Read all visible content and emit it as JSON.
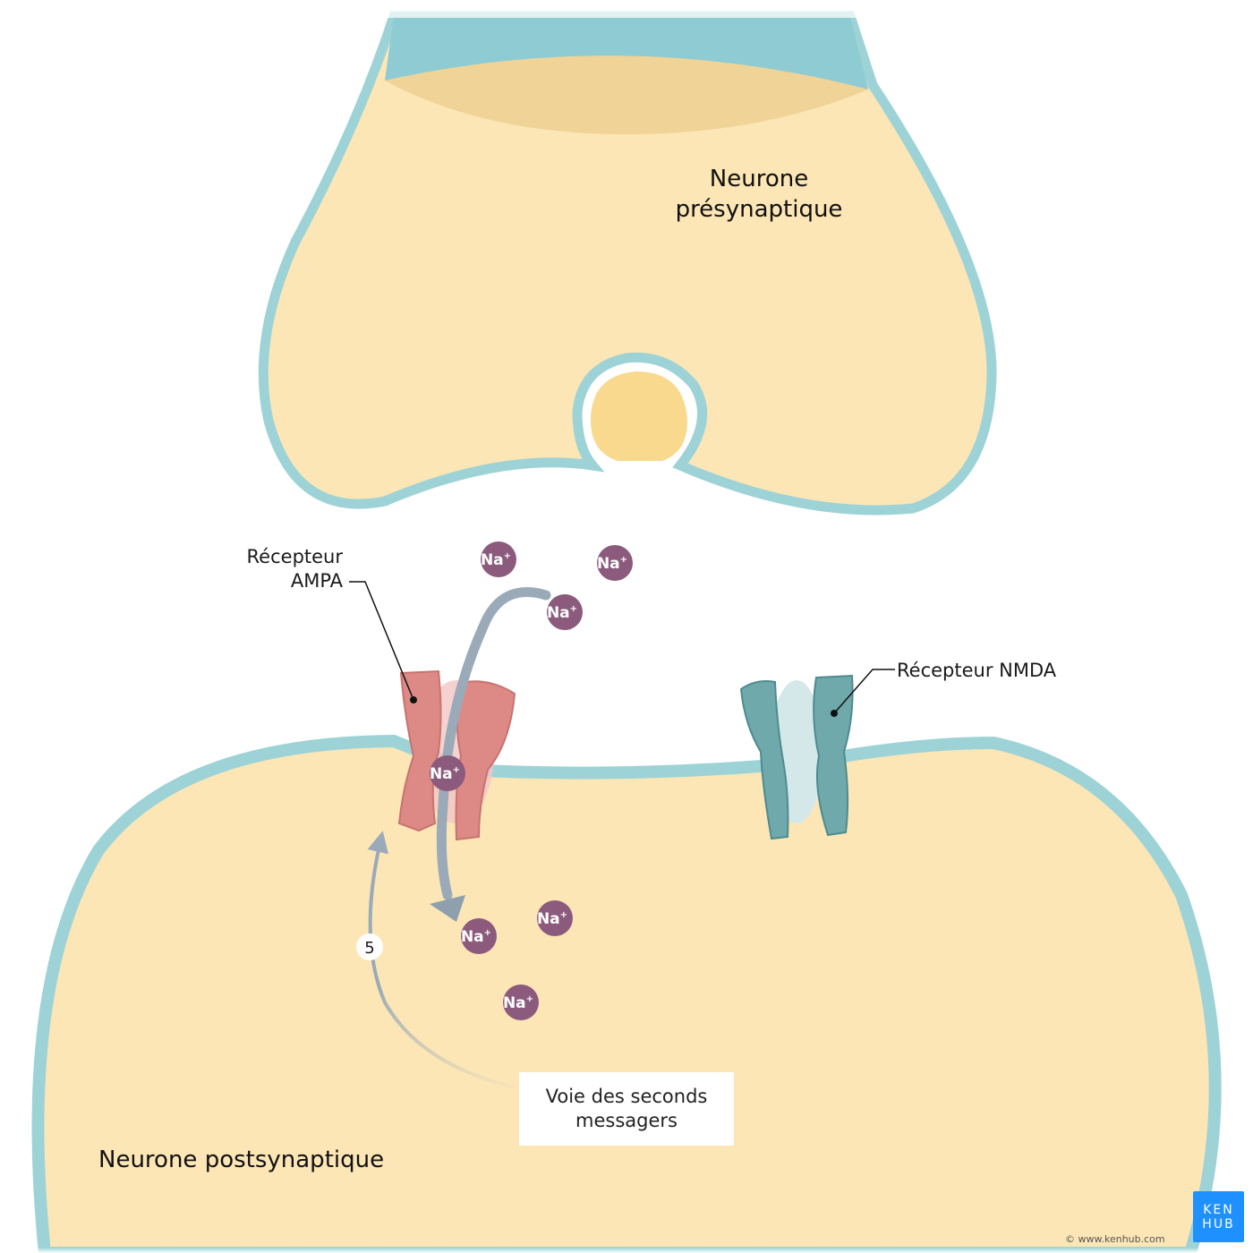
{
  "labels": {
    "presynaptic_line1": "Neurone",
    "presynaptic_line2": "présynaptique",
    "postsynaptic": "Neurone postsynaptique",
    "ampa_line1": "Récepteur",
    "ampa_line2": "AMPA",
    "nmda": "Récepteur NMDA",
    "second_messenger_line1": "Voie des seconds",
    "second_messenger_line2": "messagers",
    "step_number": "5"
  },
  "ion": {
    "symbol": "Na",
    "charge": "+"
  },
  "watermark": "© www.kenhub.com",
  "logo": {
    "line1": "KEN",
    "line2": "HUB"
  },
  "colors": {
    "cytoplasm": "#fce6b6",
    "membrane": "#9dd3d6",
    "ampa": "#dd8a87",
    "nmda": "#6fa9ac",
    "ion": "#8b5a7d",
    "arrow": "#9aaab8",
    "logo": "#1e90ff"
  }
}
